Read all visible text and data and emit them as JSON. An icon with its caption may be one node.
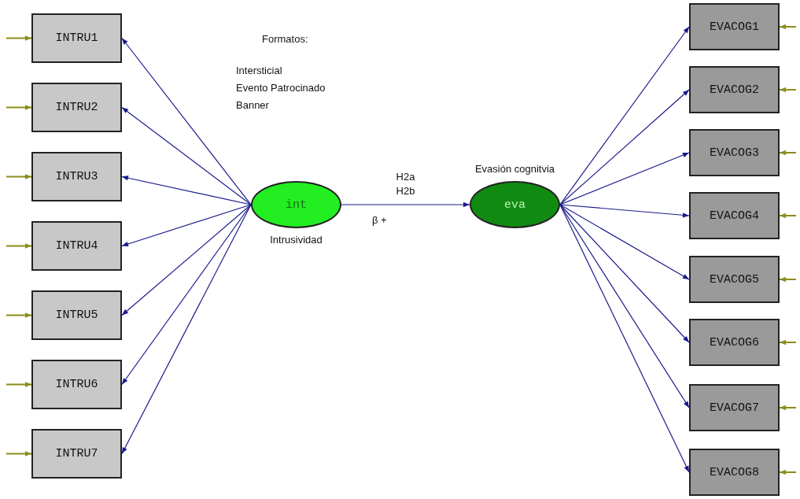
{
  "diagram": {
    "nodes": [
      {
        "text": [
          "INTRU1"
        ]
      },
      {
        "text": [
          "INTRU2"
        ]
      },
      {
        "text": [
          "INTRU3"
        ]
      },
      {
        "text": [
          "INTRU4"
        ]
      },
      {
        "text": [
          "INTRU5"
        ]
      },
      {
        "text": [
          "INTRU6"
        ]
      },
      {
        "text": [
          "INTRU7"
        ]
      },
      {
        "text": [
          "int"
        ],
        "beside": [
          "Intrusividad"
        ]
      },
      {
        "text": [
          "eva"
        ],
        "beside": [
          "Evasión cognitvia"
        ]
      },
      {
        "text": [
          "EVACOG1"
        ]
      },
      {
        "text": [
          "EVACOG2"
        ]
      },
      {
        "text": [
          "EVACOG3"
        ]
      },
      {
        "text": [
          "EVACOG4"
        ]
      },
      {
        "text": [
          "EVACOG5"
        ]
      },
      {
        "text": [
          "EVACOG6"
        ]
      },
      {
        "text": [
          "EVACOG7"
        ]
      },
      {
        "text": [
          "EVACOG8"
        ]
      }
    ],
    "edges": [
      {
        "from": 7,
        "to": 0,
        "arrow": "to"
      },
      {
        "from": 7,
        "to": 1,
        "arrow": "to"
      },
      {
        "from": 7,
        "to": 2,
        "arrow": "to"
      },
      {
        "from": 7,
        "to": 3,
        "arrow": "to"
      },
      {
        "from": 7,
        "to": 4,
        "arrow": "to"
      },
      {
        "from": 7,
        "to": 5,
        "arrow": "to"
      },
      {
        "from": 7,
        "to": 6,
        "arrow": "to"
      },
      {
        "from": 7,
        "to": 8,
        "arrow": "to",
        "label": "H2a H2b"
      },
      {
        "from": 8,
        "to": 9,
        "arrow": "to"
      },
      {
        "from": 8,
        "to": 10,
        "arrow": "to"
      },
      {
        "from": 8,
        "to": 11,
        "arrow": "to"
      },
      {
        "from": 8,
        "to": 12,
        "arrow": "to"
      },
      {
        "from": 8,
        "to": 13,
        "arrow": "to"
      },
      {
        "from": 8,
        "to": 14,
        "arrow": "to"
      },
      {
        "from": 8,
        "to": 15,
        "arrow": "to"
      },
      {
        "from": 8,
        "to": 16,
        "arrow": "to"
      },
      {
        "from": null,
        "to": 0,
        "arrow": "to",
        "color": "#8c8c1a"
      },
      {
        "from": null,
        "to": 1,
        "arrow": "to",
        "color": "#8c8c1a"
      },
      {
        "from": null,
        "to": 2,
        "arrow": "to",
        "color": "#8c8c1a"
      },
      {
        "from": null,
        "to": 3,
        "arrow": "to",
        "color": "#8c8c1a"
      },
      {
        "from": null,
        "to": 4,
        "arrow": "to",
        "color": "#8c8c1a"
      },
      {
        "from": null,
        "to": 5,
        "arrow": "to",
        "color": "#8c8c1a"
      },
      {
        "from": null,
        "to": 6,
        "arrow": "to",
        "color": "#8c8c1a"
      },
      {
        "from": null,
        "to": 9,
        "arrow": "to",
        "color": "#8c8c1a"
      },
      {
        "from": null,
        "to": 10,
        "arrow": "to",
        "color": "#8c8c1a"
      },
      {
        "from": null,
        "to": 11,
        "arrow": "to",
        "color": "#8c8c1a"
      },
      {
        "from": null,
        "to": 12,
        "arrow": "to",
        "color": "#8c8c1a"
      },
      {
        "from": null,
        "to": 13,
        "arrow": "to",
        "color": "#8c8c1a"
      },
      {
        "from": null,
        "to": 14,
        "arrow": "to",
        "color": "#8c8c1a"
      },
      {
        "from": null,
        "to": 15,
        "arrow": "to",
        "color": "#8c8c1a"
      },
      {
        "from": null,
        "to": 16,
        "arrow": "to",
        "color": "#8c8c1a"
      }
    ],
    "labels": [
      "Formatos:",
      "Intersticial",
      "Evento Patrocinado",
      "Banner",
      "β +"
    ]
  }
}
